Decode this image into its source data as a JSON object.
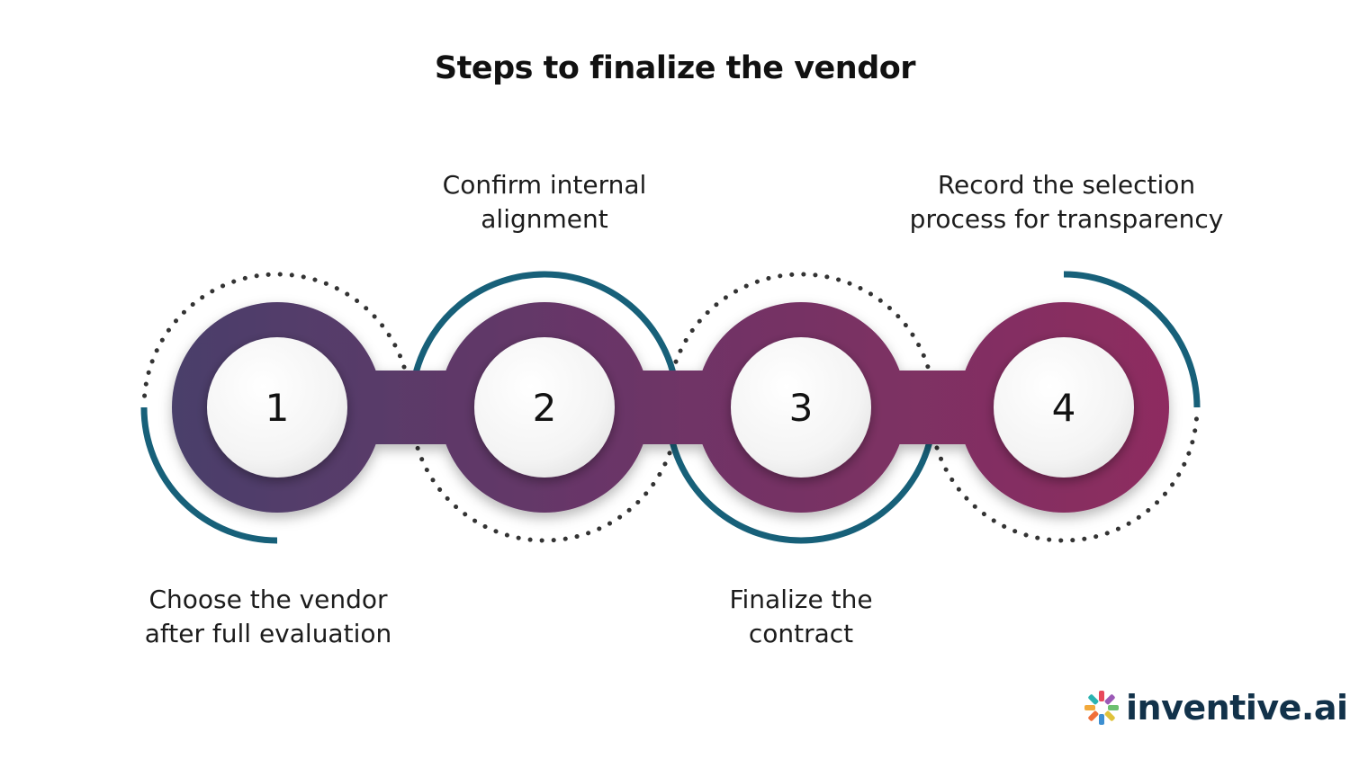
{
  "title": "Steps to finalize the vendor",
  "steps": [
    {
      "number": "1",
      "label": "Choose the vendor\nafter full evaluation"
    },
    {
      "number": "2",
      "label": "Confirm internal\nalignment"
    },
    {
      "number": "3",
      "label": "Finalize the\ncontract"
    },
    {
      "number": "4",
      "label": "Record the selection\nprocess for transparency"
    }
  ],
  "logo": {
    "text": "inventive.ai"
  },
  "colors": {
    "gradient_start": "#4a3f6b",
    "gradient_end": "#8e2c60",
    "arc": "#176079",
    "dots": "#333333"
  }
}
